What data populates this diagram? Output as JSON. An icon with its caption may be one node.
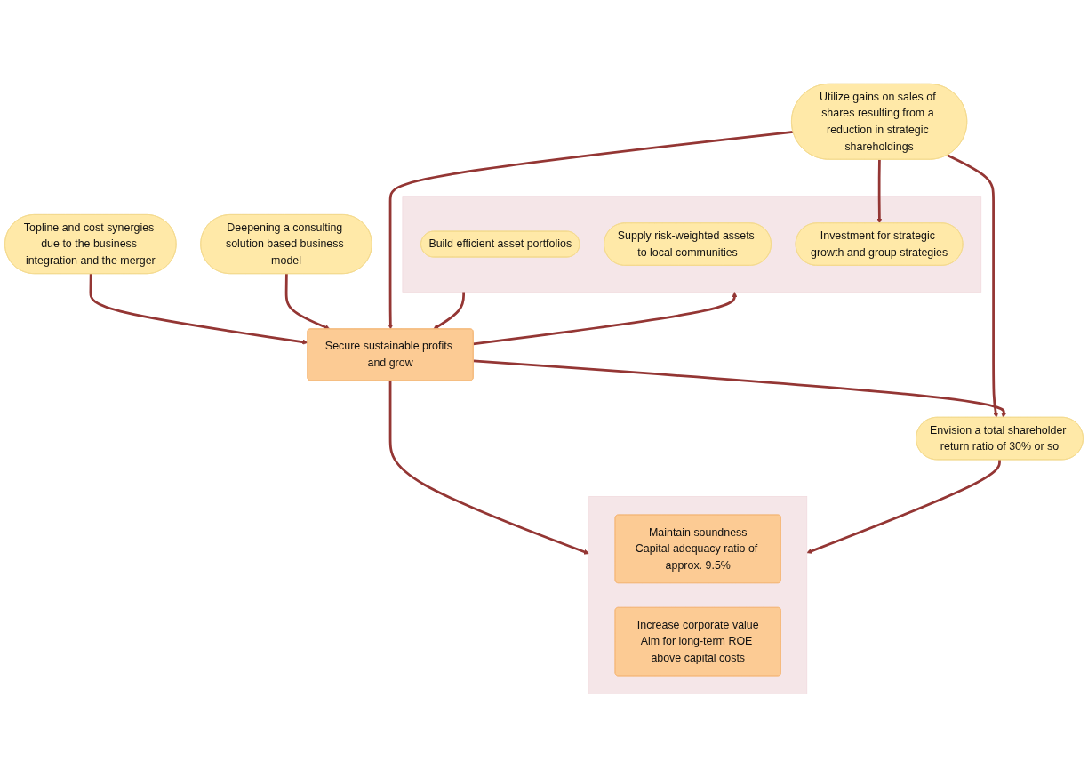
{
  "diagram": {
    "nodes": [
      {
        "text": [],
        "shape": "box"
      },
      {
        "text": [
          "Build efficient asset portfolios"
        ],
        "in": 0
      },
      {
        "text": [
          "Supply risk-weighted assets to local communities"
        ],
        "in": 0
      },
      {
        "text": [
          "Investment for strategic growth and group strategies"
        ],
        "in": 0
      },
      {
        "text": [
          "Topline and cost synergies due to the business integration and the merger"
        ]
      },
      {
        "text": [
          "Secure sustainable profits and grow"
        ]
      },
      {
        "text": [
          "Utilize gains on sales of shares resulting from a reduction in strategic shareholdings"
        ]
      },
      {
        "text": [
          "Deepening a consulting solution based business model"
        ]
      },
      {
        "text": [
          "Envision a total shareholder return ratio of 30% or so"
        ]
      },
      {
        "text": [],
        "shape": "box"
      },
      {
        "text": [
          "Maintain soundness",
          "Capital adequacy ratio of approx. 9.5%"
        ],
        "in": 9
      },
      {
        "text": [
          "Increase corporate value",
          "Aim for long-term ROE above capital costs"
        ],
        "in": 9
      }
    ],
    "edges": [
      {
        "from": 5,
        "to": 0,
        "arrow": "to"
      },
      {
        "from": 0,
        "to": 5,
        "arrow": "to"
      },
      {
        "from": 6,
        "to": 3,
        "arrow": "to"
      },
      {
        "from": 4,
        "to": 5,
        "arrow": "to"
      },
      {
        "from": 7,
        "to": 5,
        "arrow": "to"
      },
      {
        "from": 6,
        "to": 5,
        "arrow": "to"
      },
      {
        "from": 6,
        "to": 8,
        "arrow": "to"
      },
      {
        "from": 5,
        "to": 8,
        "arrow": "to"
      },
      {
        "from": 5,
        "to": 9,
        "arrow": "to"
      },
      {
        "from": 8,
        "to": 9,
        "arrow": "to"
      }
    ]
  }
}
